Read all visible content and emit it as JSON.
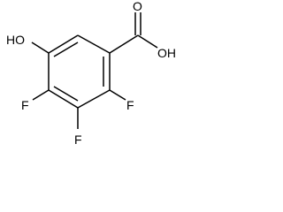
{
  "molecule": {
    "atom_labels": {
      "hydroxyl": "HO",
      "acid_hydroxyl": "OH",
      "carbonyl_oxygen": "O",
      "fluorine_c2": "F",
      "fluorine_c3": "F",
      "fluorine_c4": "F"
    }
  },
  "colors": {
    "bond": "#000000",
    "label": "#000000",
    "background": "#ffffff"
  }
}
